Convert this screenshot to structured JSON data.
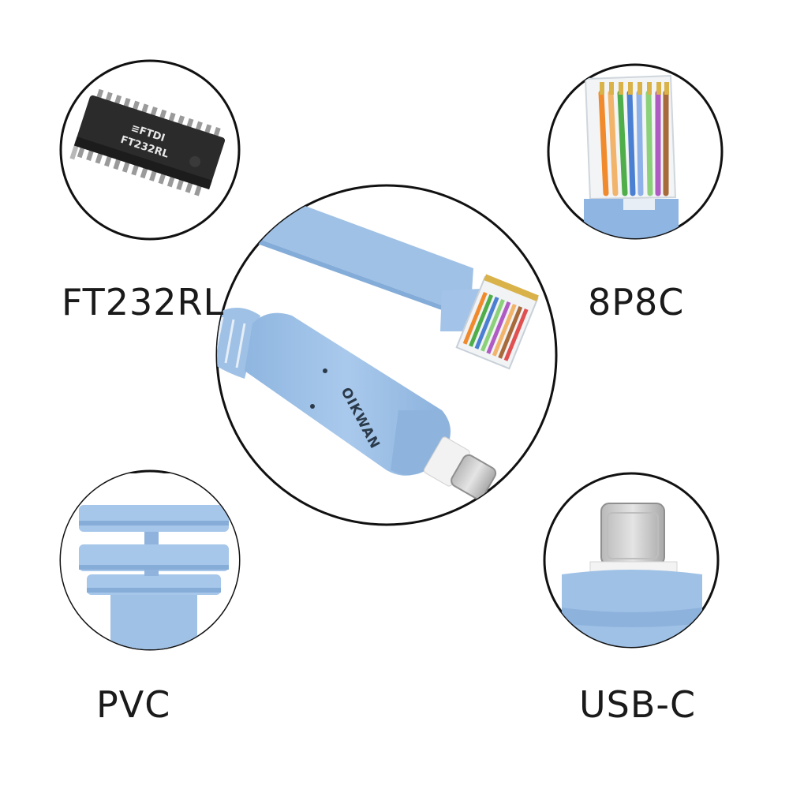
{
  "labels": {
    "chip": "FT232RL",
    "rj45": "8P8C",
    "material": "PVC",
    "connector": "USB-C"
  },
  "chip_markings": {
    "line1": "≡FTDI",
    "line2": "FT232RL"
  },
  "brand": "OIKWAN",
  "colors": {
    "cable_blue": "#9fc1e6",
    "cable_dark": "#7ea7d6",
    "circle_border": "#111111",
    "chip_body": "#2b2b2b",
    "connector_metal": "#c9c9c9"
  },
  "icons": [
    "ft232rl-chip-photo",
    "rj45-plug-photo",
    "cable-strain-relief-photo",
    "usb-c-plug-photo",
    "console-cable-photo"
  ]
}
